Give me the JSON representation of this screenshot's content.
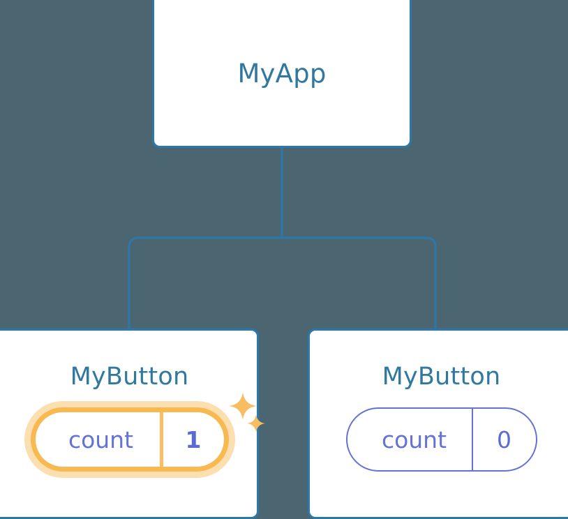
{
  "diagram": {
    "type": "component-tree",
    "background_color": "#4b6670",
    "card_border_color": "#2c78ab",
    "title_color": "#31789f",
    "state_color": "#6472d4",
    "highlight_color": "#f8b950",
    "highlight_glow_color": "#fbdfb0",
    "connector_color": "#2c78ab"
  },
  "root": {
    "title": "MyApp"
  },
  "children": [
    {
      "title": "MyButton",
      "highlighted": true,
      "state": {
        "key": "count",
        "value": "1"
      },
      "sparkle_large": "sparkle-icon",
      "sparkle_small": "sparkle-icon"
    },
    {
      "title": "MyButton",
      "highlighted": false,
      "state": {
        "key": "count",
        "value": "0"
      }
    }
  ]
}
